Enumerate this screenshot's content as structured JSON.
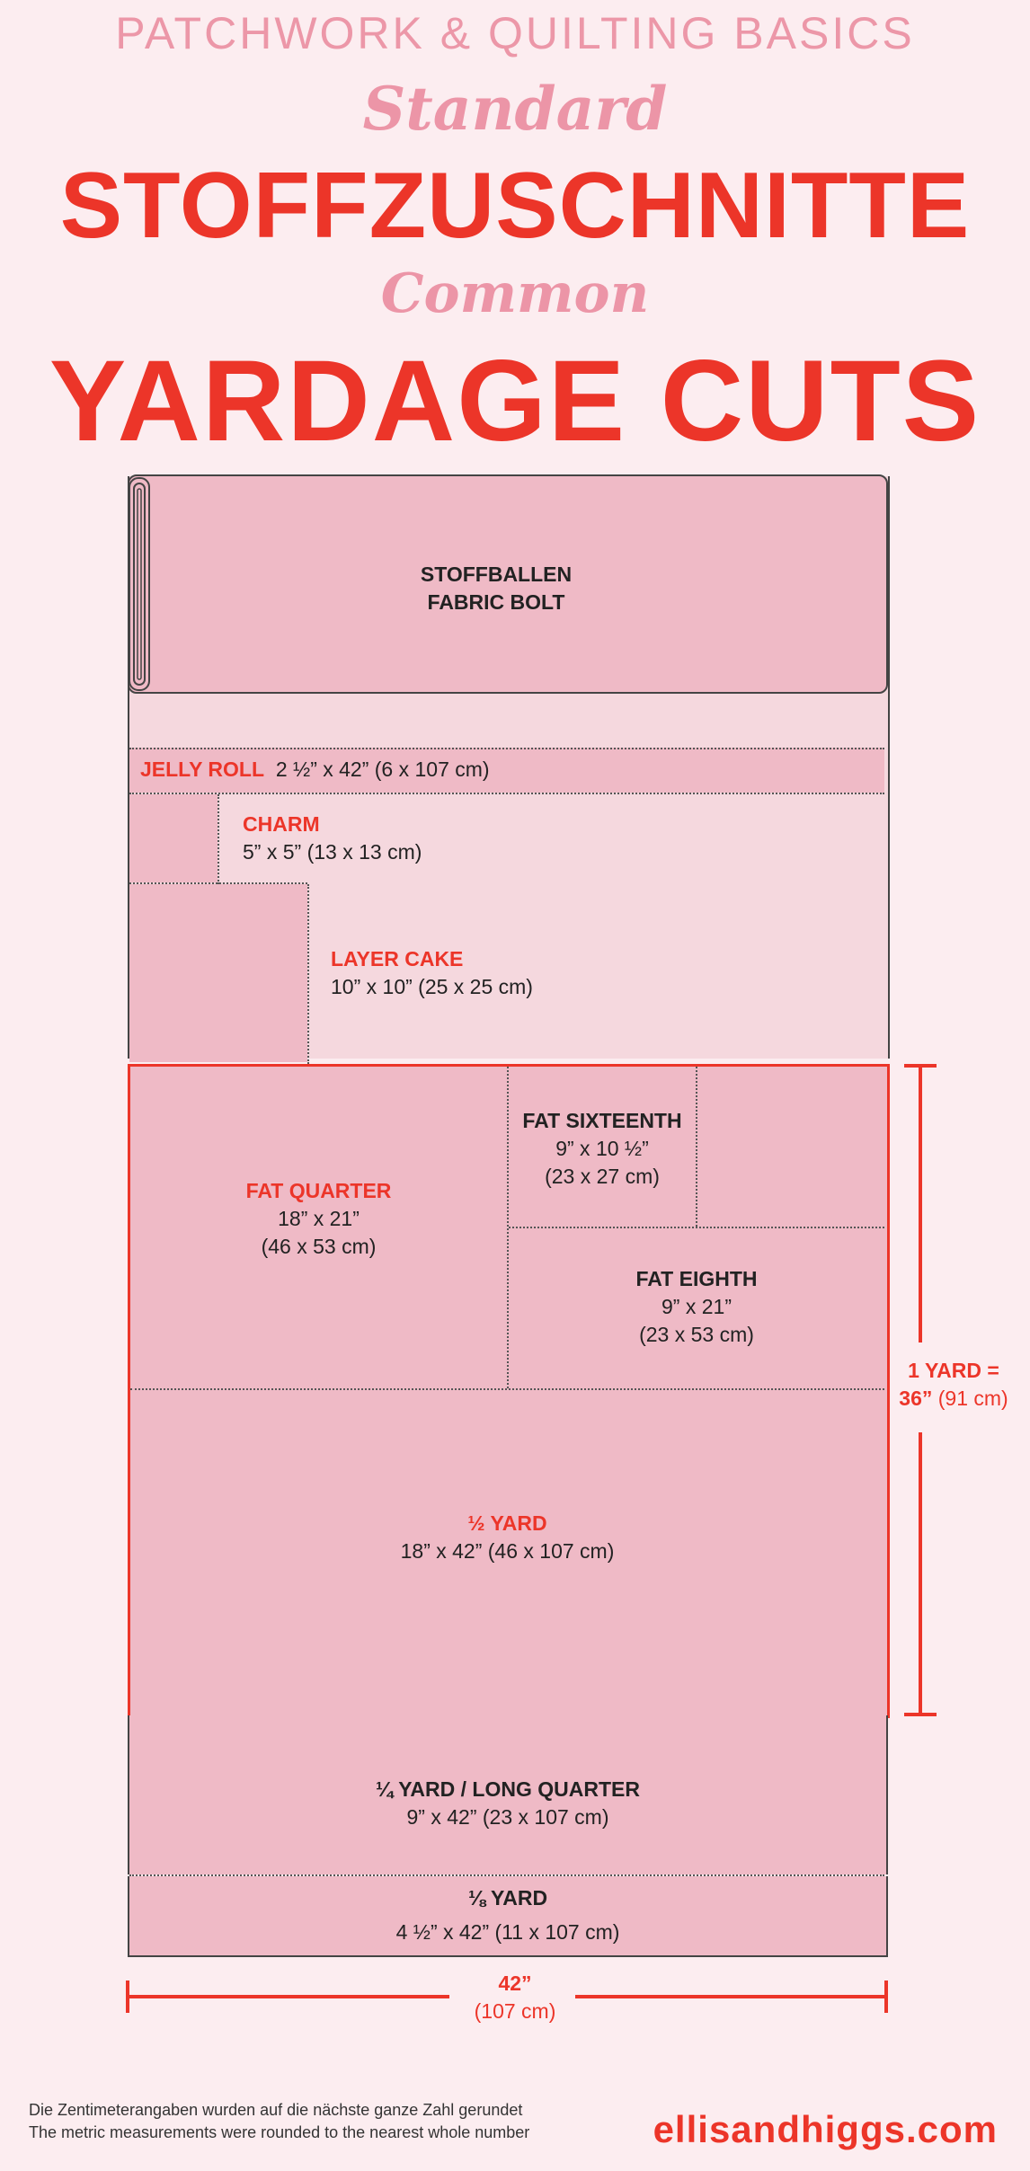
{
  "header": {
    "kicker": "PATCHWORK & QUILTING BASICS",
    "script_de": "Standard",
    "title_de": "STOFFZUSCHNITTE",
    "script_en": "Common",
    "title_en": "YARDAGE CUTS"
  },
  "bolt": {
    "line1": "STOFFBALLEN",
    "line2": "FABRIC BOLT"
  },
  "cuts": {
    "jelly_roll": {
      "name": "JELLY ROLL",
      "size": "2 ½” x 42” (6 x 107 cm)"
    },
    "charm": {
      "name": "CHARM",
      "size": "5” x 5” (13 x 13 cm)"
    },
    "layer_cake": {
      "name": "LAYER CAKE",
      "size": "10” x 10” (25 x 25 cm)"
    },
    "fat_quarter": {
      "name": "FAT QUARTER",
      "size1": "18” x 21”",
      "size2": "(46 x 53 cm)"
    },
    "fat_sixteenth": {
      "name": "FAT SIXTEENTH",
      "size1": "9” x 10 ½”",
      "size2": "(23 x 27 cm)"
    },
    "fat_eighth": {
      "name": "FAT EIGHTH",
      "size1": "9” x 21”",
      "size2": "(23 x 53 cm)"
    },
    "half_yard": {
      "name": "½ YARD",
      "size": "18” x 42” (46 x 107 cm)"
    },
    "quarter_yard": {
      "name": "¼ YARD / LONG QUARTER",
      "size": "9” x 42” (23 x 107 cm)"
    },
    "eighth_yard": {
      "name": "⅛ YARD",
      "size": "4 ½” x 42” (11 x 107 cm)"
    }
  },
  "dimensions": {
    "yard_label": "1 YARD =",
    "yard_value": "36”",
    "yard_metric": "(91 cm)",
    "width_value": "42”",
    "width_metric": "(107 cm)"
  },
  "colors": {
    "accent": "#ec3529",
    "pink": "#ec95a7",
    "fabric": "#efbac6",
    "pale": "#f5d8de",
    "background": "#fcedf0"
  },
  "footer": {
    "note_de": "Die Zentimeterangaben wurden auf die nächste ganze Zahl gerundet",
    "note_en": "The metric measurements were rounded to the nearest whole number",
    "site": "ellisandhiggs.com"
  }
}
